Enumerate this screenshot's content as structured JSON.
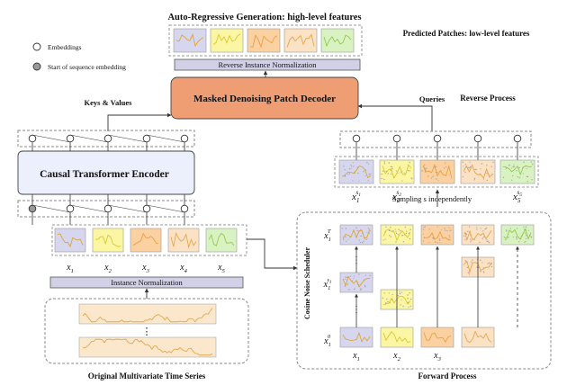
{
  "titles": {
    "ar_generation": "Auto-Regressive Generation: high-level features",
    "predicted_patches": "Predicted Patches: low-level features",
    "reverse_process": "Reverse Process",
    "forward_process": "Forward Process",
    "original_series": "Original Multivariate Time Series",
    "sampling": "Sampling s independently"
  },
  "legend": {
    "embeddings": "Embeddings",
    "start_of_sequence": "Start of sequence embedding"
  },
  "blocks": {
    "reverse_norm": "Reverse Instance Normalization",
    "decoder": "Masked Denoising Patch Decoder",
    "encoder": "Causal Transformer Encoder",
    "instance_norm": "Instance Normalization"
  },
  "labels": {
    "keys_values": "Keys & Values",
    "queries": "Queries",
    "scheduler": "Cosine Noise Scheduler",
    "ellipsis": "⋮"
  },
  "patches": {
    "x": "x",
    "subs": [
      "1",
      "2",
      "3",
      "4",
      "5"
    ],
    "samples": [
      {
        "base": "1",
        "sup": "s",
        "supsub": "1"
      },
      {
        "base": "2",
        "sup": "s",
        "supsub": "2"
      },
      {
        "base": "5",
        "sup": "s",
        "supsub": "5"
      }
    ],
    "forward_rows": [
      {
        "base": "1",
        "sup": "T",
        "supsub": ""
      },
      {
        "base": "1",
        "sup": "s",
        "supsub": "1"
      },
      {
        "base": "1",
        "sup": "0",
        "supsub": ""
      }
    ]
  },
  "colors": {
    "decoder_fill": "#ef9e73",
    "norm_fill": "#d2d0e6",
    "encoder_fill": "#ecf0fc",
    "patch_fills": [
      "#d6d6ee",
      "#fbf6a4",
      "#fbd1a1",
      "#fbe2c4",
      "#d9f2c2"
    ],
    "line_colors": [
      "#e0a020",
      "#d9c220",
      "#ec9a3a",
      "#e6a040",
      "#8cc43e"
    ]
  }
}
